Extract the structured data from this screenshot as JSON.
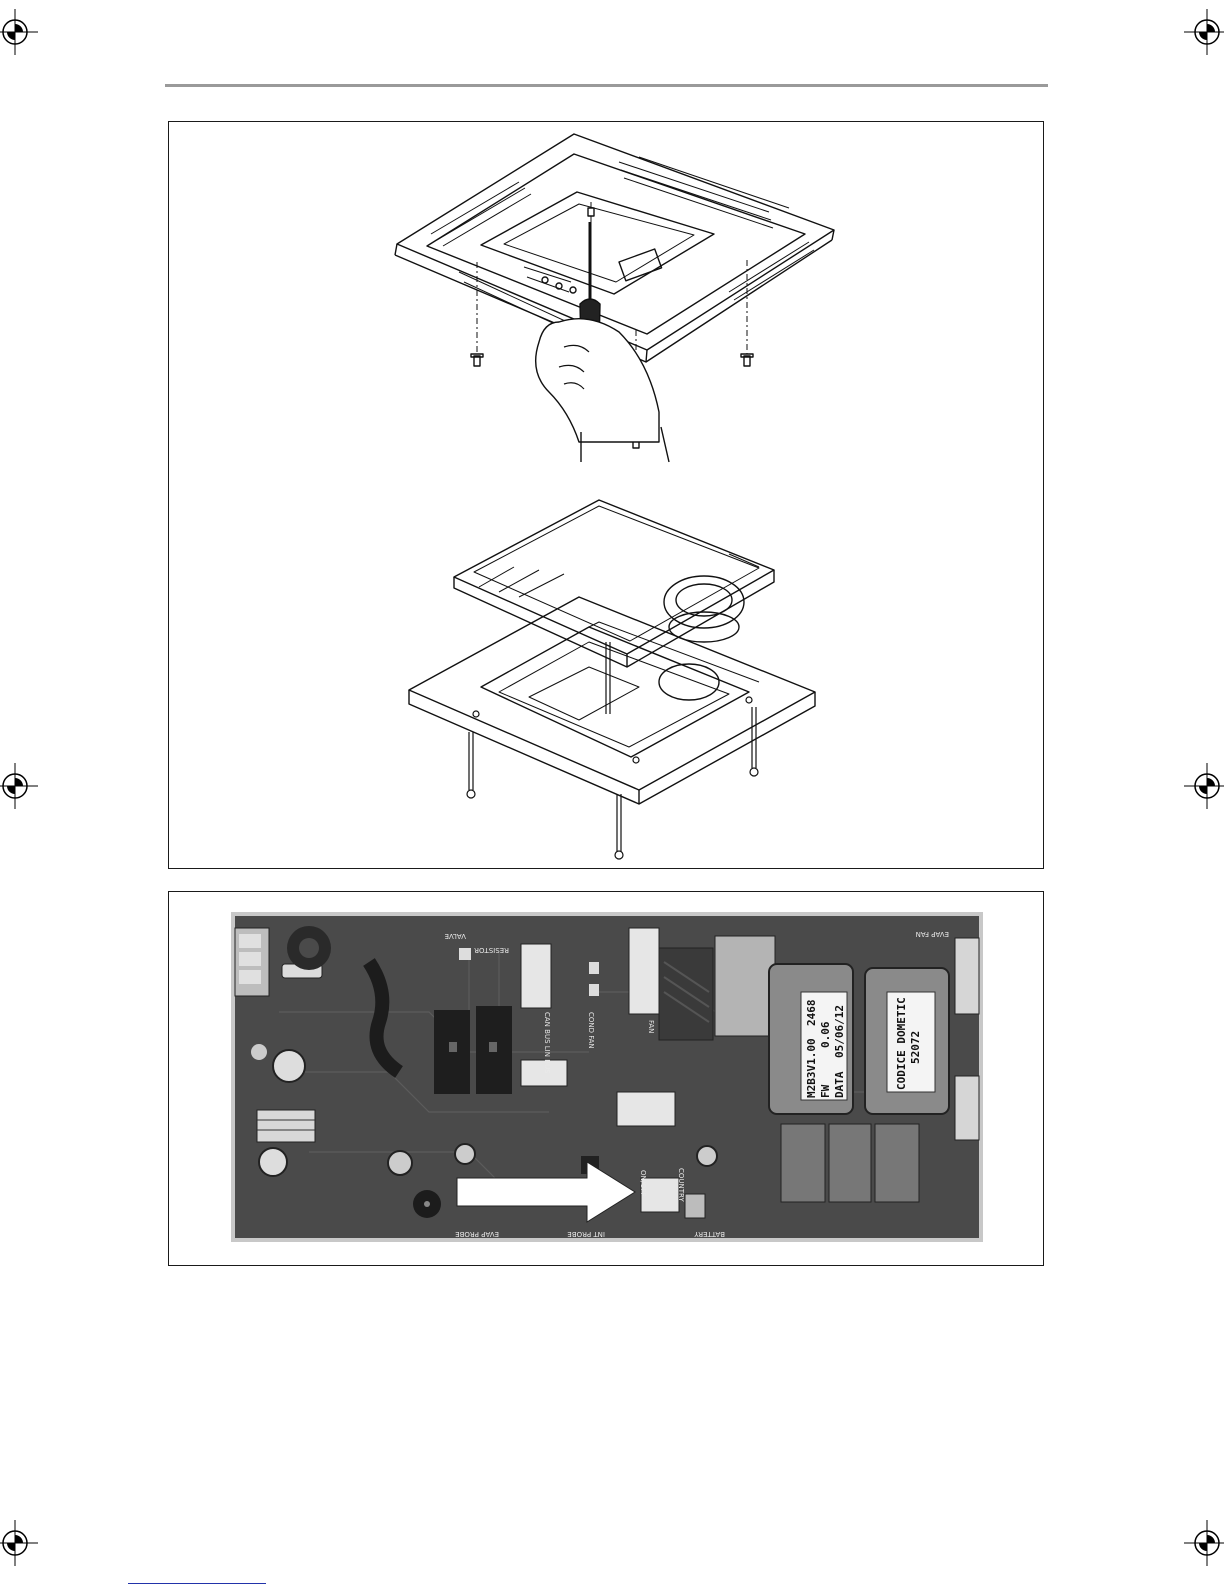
{
  "figures": {
    "fig1": {
      "type": "line-drawing"
    },
    "fig2": {
      "type": "photo",
      "board_labels": {
        "left_component": [
          "M2B3V1.00",
          "FW",
          "DATA",
          "2468",
          "0.06",
          "05/06/12"
        ],
        "right_component": [
          "CODICE DOMETIC",
          "52072"
        ],
        "silkscreen": [
          "VALVE",
          "RESISTOR",
          "COND FAN",
          "FAN",
          "CAN BUS LIN BUS",
          "EVAP FAN",
          "EVAP PROBE",
          "INT PROBE",
          "COUNTRY",
          "BATTERY",
          "ON/OFF"
        ]
      }
    }
  },
  "colors": {
    "rule": "#9a9a9a",
    "border": "#1a1a1a",
    "pcb": "#4a4a4a",
    "footer_link": "#2233aa"
  }
}
